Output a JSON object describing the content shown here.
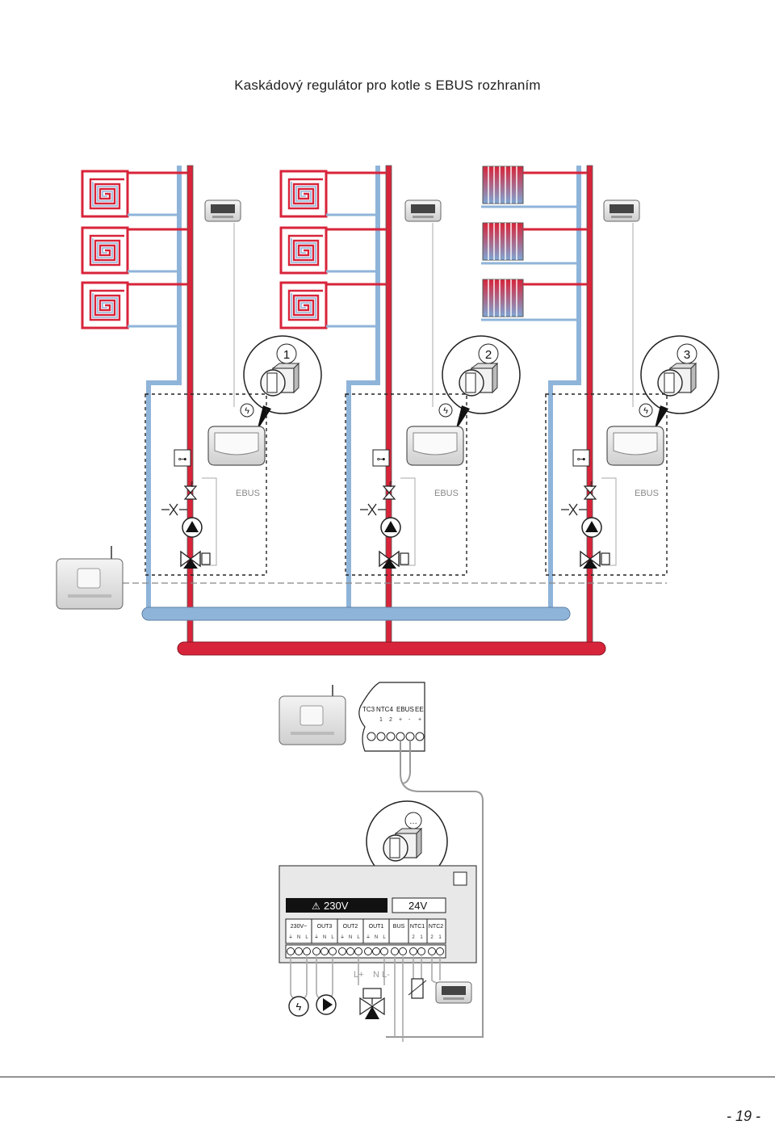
{
  "title": "Kaskádový regulátor pro kotle s EBUS rozhraním",
  "page_number": "- 19 -",
  "zones": [
    {
      "number": "1",
      "bus_label": "EBUS",
      "emitter": "underfloor-heating"
    },
    {
      "number": "2",
      "bus_label": "EBUS",
      "emitter": "underfloor-heating"
    },
    {
      "number": "3",
      "bus_label": "EBUS",
      "emitter": "radiators"
    }
  ],
  "top_terminal_strip": {
    "headers": [
      "TC3",
      "NTC4",
      "EBUS",
      "EE"
    ],
    "pins": [
      "1",
      "2",
      "+",
      "-",
      "+"
    ]
  },
  "controller": {
    "voltage_high": "230V",
    "voltage_low": "24V",
    "groups": [
      "230V~",
      "OUT3",
      "OUT2",
      "OUT1",
      "BUS",
      "NTC1",
      "NTC2"
    ],
    "pin_labels_230v": [
      "⏚",
      "N",
      "L",
      "⏚",
      "N",
      "L",
      "⏚",
      "N",
      "L",
      "⏚",
      "N",
      "L"
    ],
    "pin_labels_24v": [
      "2",
      "1",
      "2",
      "1"
    ],
    "valve_terminals_left": "L+",
    "valve_terminals_right": "N L-"
  },
  "colors": {
    "flow_pipe": "#d8243a",
    "return_pipe": "#8fb4d9",
    "pipe_outline": "#555555",
    "device": "#e6e6e6",
    "dashed_boundary": "#222222"
  }
}
